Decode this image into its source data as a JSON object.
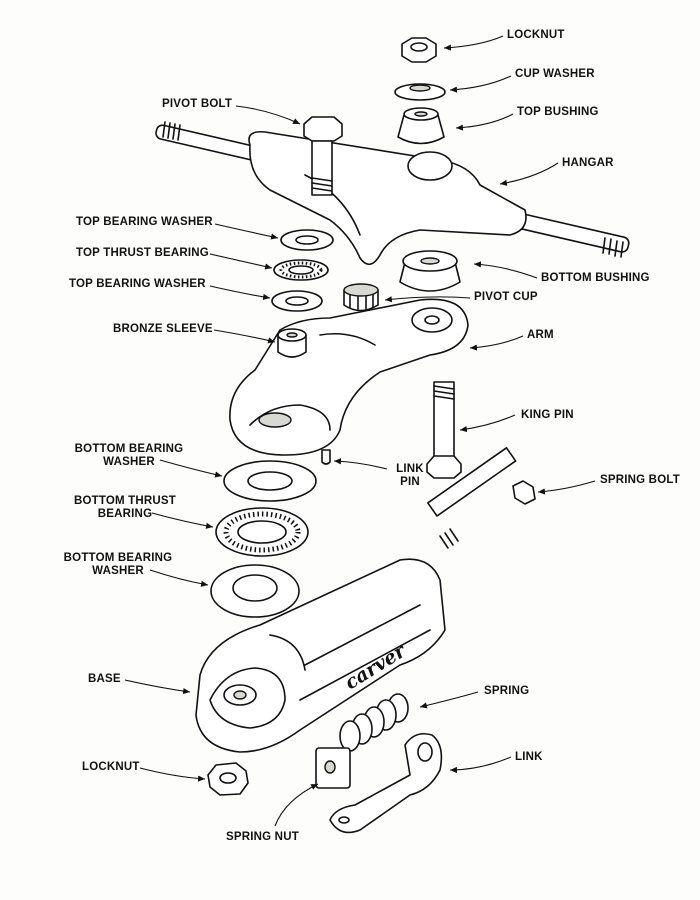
{
  "labels": {
    "locknut_top": "LOCKNUT",
    "cup_washer": "CUP WASHER",
    "top_bushing": "TOP BUSHING",
    "pivot_bolt": "PIVOT BOLT",
    "hangar": "HANGAR",
    "top_bearing_washer_1": "TOP BEARING WASHER",
    "top_thrust_bearing": "TOP THRUST BEARING",
    "top_bearing_washer_2": "TOP BEARING WASHER",
    "bottom_bushing": "BOTTOM BUSHING",
    "pivot_cup": "PIVOT CUP",
    "bronze_sleeve": "BRONZE SLEEVE",
    "arm": "ARM",
    "king_pin": "KING PIN",
    "bottom_bearing_washer_1": "BOTTOM BEARING\nWASHER",
    "link_pin": "LINK\nPIN",
    "spring_bolt": "SPRING BOLT",
    "bottom_thrust_bearing": "BOTTOM THRUST\nBEARING",
    "bottom_bearing_washer_2": "BOTTOM BEARING\nWASHER",
    "base": "BASE",
    "spring": "SPRING",
    "link": "LINK",
    "locknut_bottom": "LOCKNUT",
    "spring_nut": "SPRING NUT"
  },
  "logo_text": "carver"
}
